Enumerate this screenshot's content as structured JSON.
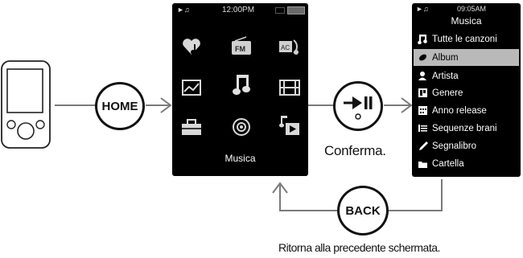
{
  "device": {
    "label": ""
  },
  "home_button": {
    "label": "HOME"
  },
  "main_screen": {
    "status_time": "12:00PM",
    "caption": "Musica",
    "icons": [
      "heart-note-icon",
      "fm-radio-icon",
      "sound-settings-icon",
      "photo-icon",
      "music-note-icon",
      "video-film-icon",
      "toolbox-settings-icon",
      "podcast-icon",
      "now-playing-icon"
    ]
  },
  "play_button": {
    "label": "►II"
  },
  "confirm_caption": "Conferma.",
  "music_screen": {
    "status_time": "09:05AM",
    "title": "Musica",
    "items": [
      {
        "label": "Tutte le canzoni",
        "icon": "note-icon",
        "selected": false
      },
      {
        "label": "Album",
        "icon": "disc-icon",
        "selected": true
      },
      {
        "label": "Artista",
        "icon": "person-icon",
        "selected": false
      },
      {
        "label": "Genere",
        "icon": "genre-icon",
        "selected": false
      },
      {
        "label": "Anno release",
        "icon": "calendar-icon",
        "selected": false
      },
      {
        "label": "Sequenze brani",
        "icon": "playlist-icon",
        "selected": false
      },
      {
        "label": "Segnalibro",
        "icon": "bookmark-icon",
        "selected": false
      },
      {
        "label": "Cartella",
        "icon": "folder-icon",
        "selected": false
      }
    ]
  },
  "back_button": {
    "label": "BACK"
  },
  "back_caption": "Ritorna alla precedente schermata.",
  "colors": {
    "line": "#7a7a7a",
    "screen": "#000000",
    "highlight": "#b9b9b9"
  }
}
